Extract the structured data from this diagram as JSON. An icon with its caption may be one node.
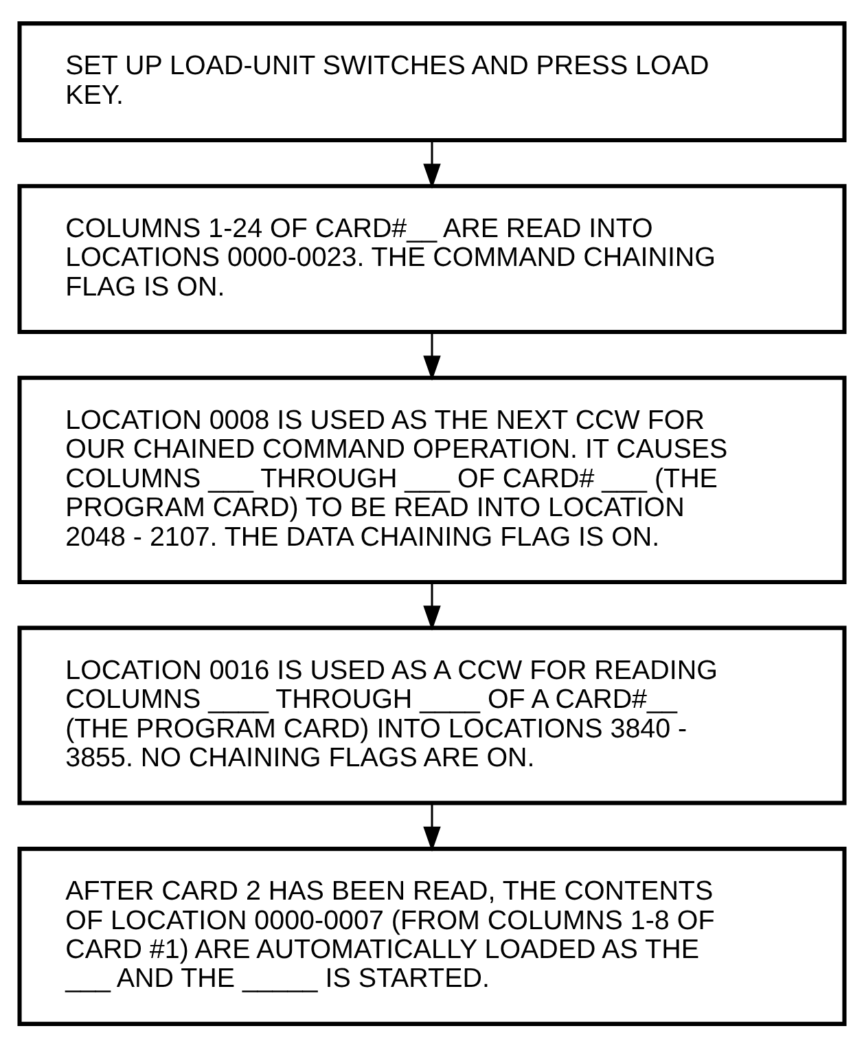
{
  "diagram": {
    "nodes": [
      {
        "text": [
          "SET UP LOAD-UNIT SWITCHES AND PRESS LOAD KEY."
        ]
      },
      {
        "text": [
          "COLUMNS 1-24 OF CARD#__ ARE READ INTO LOCATIONS 0000-0023. THE COMMAND CHAINING FLAG IS ON."
        ]
      },
      {
        "text": [
          "LOCATION 0008 IS USED AS THE NEXT CCW FOR OUR CHAINED COMMAND OPERATION. IT CAUSES COLUMNS ___ THROUGH ___ OF CARD# ___ (THE PROGRAM CARD) TO BE READ INTO LOCATION 2048 - 2107. THE DATA CHAINING FLAG IS ON."
        ]
      },
      {
        "text": [
          "LOCATION 0016 IS USED AS A CCW FOR READING COLUMNS ____ THROUGH ____ OF A CARD#__ (THE PROGRAM CARD) INTO LOCATIONS 3840 - 3855. NO CHAINING FLAGS ARE ON."
        ]
      },
      {
        "text": [
          "AFTER CARD 2 HAS BEEN READ, THE CONTENTS OF LOCATION 0000-0007 (FROM COLUMNS 1-8 OF CARD #1) ARE AUTOMATICALLY LOADED AS THE ___ AND THE _____ IS STARTED."
        ]
      }
    ],
    "edges": [
      {
        "from": 0,
        "to": 1,
        "arrow": "to"
      },
      {
        "from": 1,
        "to": 2,
        "arrow": "to"
      },
      {
        "from": 2,
        "to": 3,
        "arrow": "to"
      },
      {
        "from": 3,
        "to": 4,
        "arrow": "to"
      }
    ]
  }
}
